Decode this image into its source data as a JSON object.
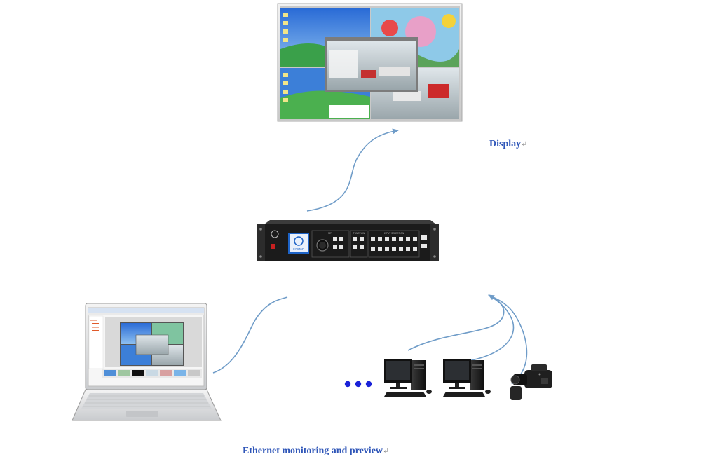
{
  "labels": {
    "display": "Display",
    "ethernet": "Ethernet monitoring and preview",
    "return_mark": "↵"
  },
  "device": {
    "brand": "KYSTAR",
    "panel_sections": [
      "SET",
      "FUNCTION",
      "INPUT SELECTION"
    ]
  },
  "colors": {
    "label_text": "#2f56b8",
    "arrow": "#6f9cc8",
    "device_body": "#1b1b1b",
    "dots": "#1a22d8"
  }
}
